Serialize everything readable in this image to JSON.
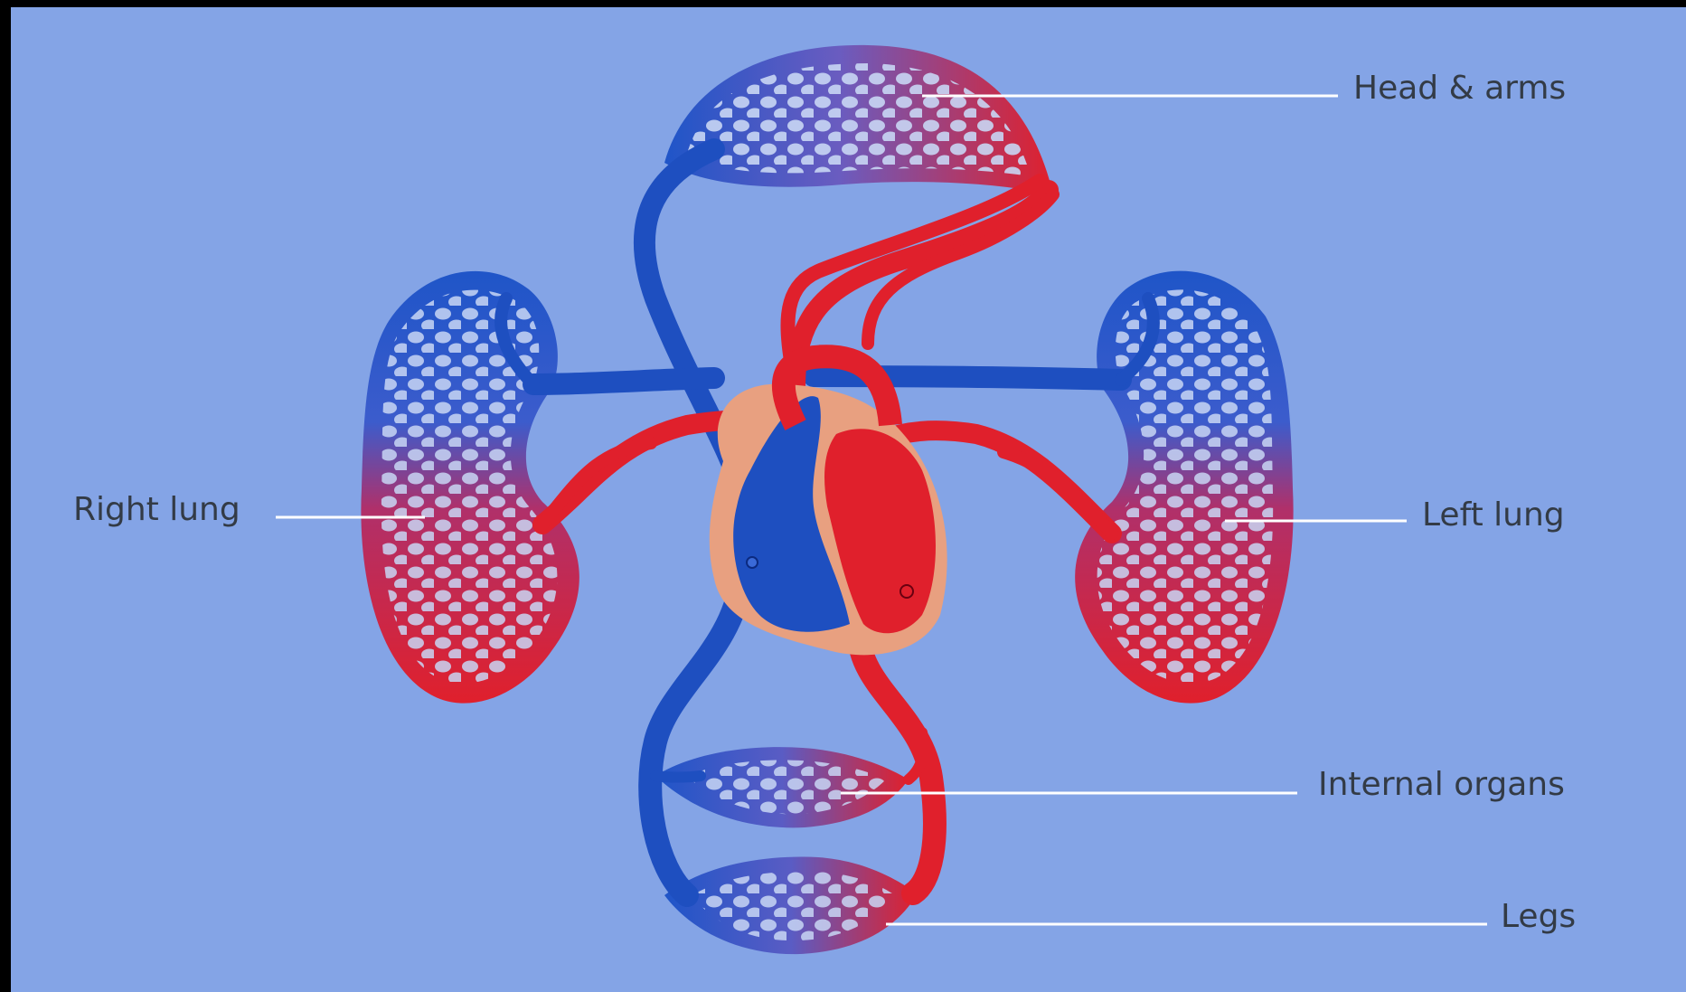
{
  "labels": {
    "head_arms": "Head & arms",
    "right_lung": "Right lung",
    "left_lung": "Left lung",
    "internal_organs": "Internal organs",
    "legs": "Legs"
  },
  "colors": {
    "background": "#84a4e6",
    "frame": "#000000",
    "oxygenated": "#e0202c",
    "deoxygenated": "#1e4fc0",
    "heart_tissue": "#e8a080",
    "leader_line": "#ffffff",
    "label_text": "#333b46"
  }
}
